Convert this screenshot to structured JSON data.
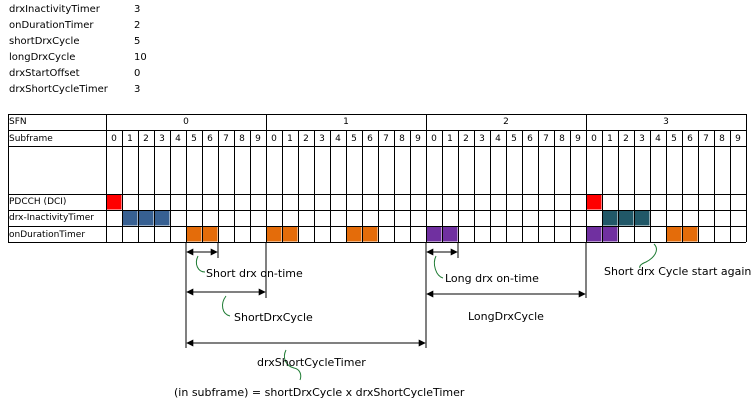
{
  "params": [
    {
      "name": "drxInactivityTimer",
      "value": "3"
    },
    {
      "name": "onDurationTimer",
      "value": "2"
    },
    {
      "name": "shortDrxCycle",
      "value": "5"
    },
    {
      "name": "longDrxCycle",
      "value": "10"
    },
    {
      "name": "drxStartOffset",
      "value": "0"
    },
    {
      "name": "drxShortCycleTimer",
      "value": "3"
    }
  ],
  "grid": {
    "sfn_label": "SFN",
    "subframe_label": "Subframe",
    "frames": [
      "0",
      "1",
      "2",
      "3"
    ],
    "subframes": [
      "0",
      "1",
      "2",
      "3",
      "4",
      "5",
      "6",
      "7",
      "8",
      "9"
    ]
  },
  "rows": [
    {
      "label": "PDCCH (DCI)",
      "cells": [
        {
          "i": 0,
          "color": "#ff0000"
        },
        {
          "i": 30,
          "color": "#ff0000"
        }
      ]
    },
    {
      "label": "drx-InactivityTimer",
      "cells": [
        {
          "i": 1,
          "color": "#376092"
        },
        {
          "i": 2,
          "color": "#376092"
        },
        {
          "i": 3,
          "color": "#376092"
        },
        {
          "i": 31,
          "color": "#215868"
        },
        {
          "i": 32,
          "color": "#215868"
        },
        {
          "i": 33,
          "color": "#215868"
        }
      ]
    },
    {
      "label": "onDurationTimer",
      "cells": [
        {
          "i": 5,
          "color": "#e46c0a"
        },
        {
          "i": 6,
          "color": "#e46c0a"
        },
        {
          "i": 10,
          "color": "#e46c0a"
        },
        {
          "i": 11,
          "color": "#e46c0a"
        },
        {
          "i": 15,
          "color": "#e46c0a"
        },
        {
          "i": 16,
          "color": "#e46c0a"
        },
        {
          "i": 20,
          "color": "#7030a0"
        },
        {
          "i": 21,
          "color": "#7030a0"
        },
        {
          "i": 30,
          "color": "#7030a0"
        },
        {
          "i": 31,
          "color": "#7030a0"
        },
        {
          "i": 35,
          "color": "#e46c0a"
        },
        {
          "i": 36,
          "color": "#e46c0a"
        }
      ]
    }
  ],
  "annotations": {
    "short_drx_on_time": "Short drx on-time",
    "short_drx_cycle": "ShortDrxCycle",
    "long_drx_on_time": "Long drx on-time",
    "long_drx_cycle": "LongDrxCycle",
    "short_cycle_start_again": "Short drx Cycle start again",
    "drx_short_cycle_timer": "drxShortCycleTimer",
    "formula": "(in subframe) = shortDrxCycle x drxShortCycleTimer"
  },
  "colors": {
    "grid_line": "#000000",
    "annotation_curve": "#1e7b33"
  }
}
